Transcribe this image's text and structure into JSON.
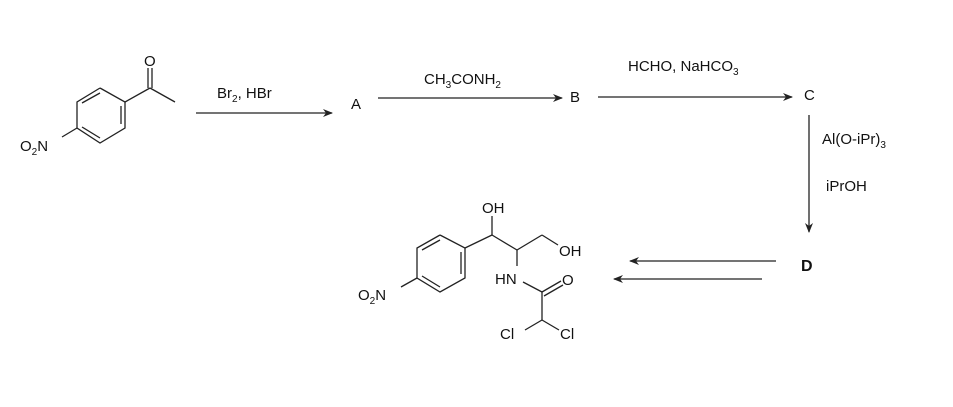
{
  "scheme": {
    "start_material": {
      "o_label": "O",
      "nitro": {
        "o": "O",
        "sub": "2",
        "n": "N"
      }
    },
    "step1": {
      "reagent": {
        "a": "Br",
        "sub": "2",
        "b": ", HBr"
      },
      "product": "A"
    },
    "step2": {
      "reagent": {
        "a": "CH",
        "sub1": "3",
        "b": "CONH",
        "sub2": "2"
      },
      "product": "B"
    },
    "step3": {
      "reagent": {
        "a": "HCHO, NaHCO",
        "sub": "3"
      },
      "product": "C"
    },
    "step4": {
      "reagent1": {
        "a": "Al(O-iPr)",
        "sub": "3"
      },
      "reagent2": "iPrOH",
      "product": "D"
    },
    "final_product": {
      "oh1": "OH",
      "oh2": "OH",
      "hn": "HN",
      "o": "O",
      "cl1": "Cl",
      "cl2": "Cl",
      "nitro": {
        "o": "O",
        "sub": "2",
        "n": "N"
      }
    }
  }
}
